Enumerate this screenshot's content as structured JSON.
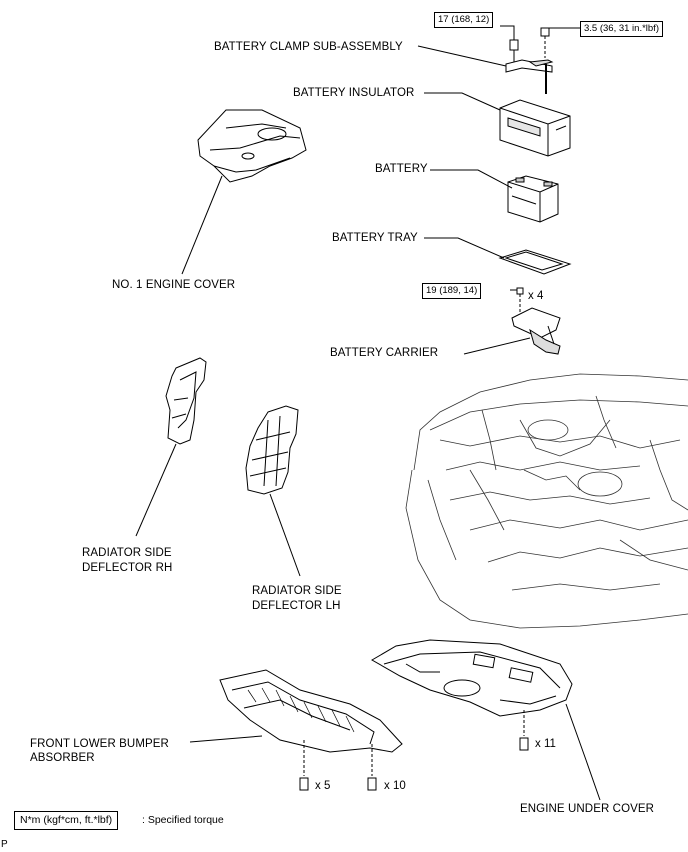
{
  "labels": {
    "battery_clamp": "BATTERY CLAMP SUB-ASSEMBLY",
    "battery_insulator": "BATTERY INSULATOR",
    "battery": "BATTERY",
    "battery_tray": "BATTERY TRAY",
    "battery_carrier": "BATTERY CARRIER",
    "engine_cover": "NO. 1 ENGINE COVER",
    "radiator_rh_line1": "RADIATOR SIDE",
    "radiator_rh_line2": "DEFLECTOR RH",
    "radiator_lh_line1": "RADIATOR SIDE",
    "radiator_lh_line2": "DEFLECTOR LH",
    "bumper_absorber_line1": "FRONT LOWER BUMPER",
    "bumper_absorber_line2": "ABSORBER",
    "engine_under_cover": "ENGINE UNDER COVER"
  },
  "torques": {
    "clamp_bolt": "17 (168, 12)",
    "clamp_nut": "3.5 (36, 31 in.*lbf)",
    "carrier_bolt": "19 (189, 14)"
  },
  "quantities": {
    "carrier_bolts": "x 4",
    "under_cover_bolts": "x 11",
    "absorber_bolts_a": "x 5",
    "absorber_bolts_b": "x 10"
  },
  "legend": {
    "box": "N*m (kgf*cm, ft.*lbf)",
    "text": ": Specified torque"
  },
  "page_ref": "P"
}
